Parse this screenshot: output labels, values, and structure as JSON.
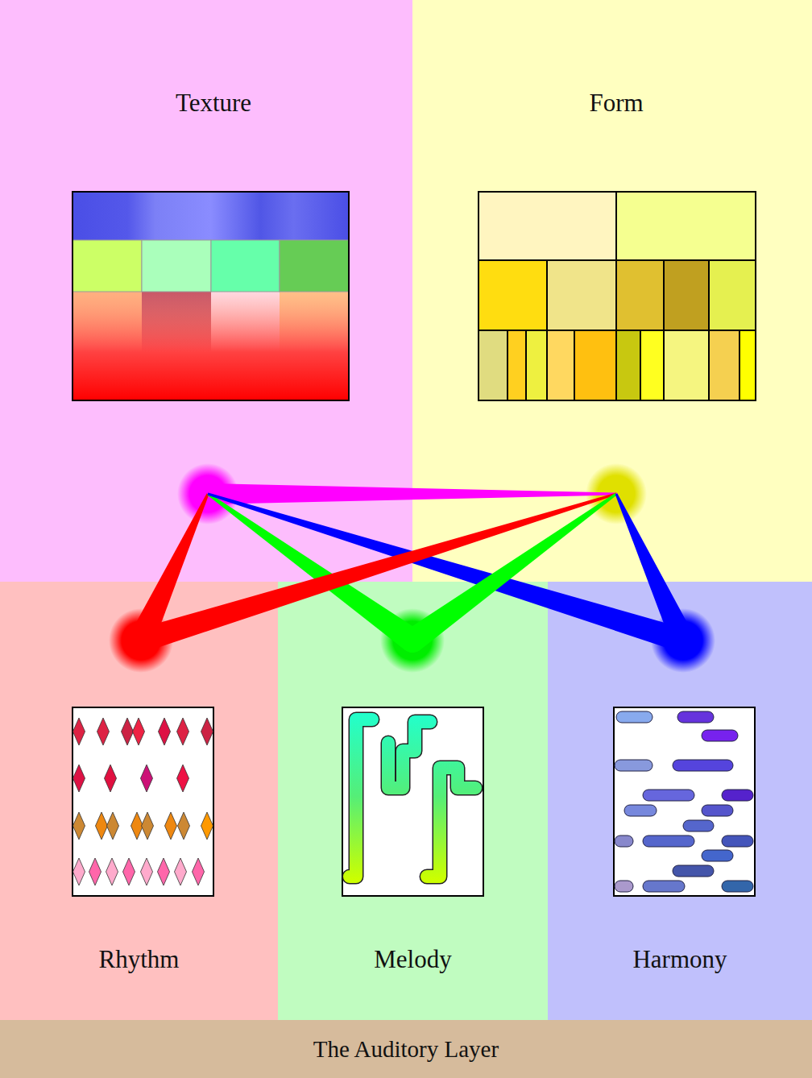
{
  "diagram": {
    "nodes": [
      {
        "text": [
          "Texture"
        ]
      },
      {
        "text": [
          "Form"
        ]
      },
      {
        "text": [
          "Rhythm"
        ]
      },
      {
        "text": [
          "Melody"
        ]
      },
      {
        "text": [
          "Harmony"
        ]
      },
      {
        "text": [
          "The Auditory Layer"
        ]
      }
    ],
    "edges": [
      {
        "from": 0,
        "to": 1,
        "arrow": "none"
      },
      {
        "from": 0,
        "to": 2,
        "arrow": "none"
      },
      {
        "from": 0,
        "to": 3,
        "arrow": "none"
      },
      {
        "from": 0,
        "to": 4,
        "arrow": "none"
      },
      {
        "from": 1,
        "to": 2,
        "arrow": "none"
      },
      {
        "from": 1,
        "to": 3,
        "arrow": "none"
      },
      {
        "from": 1,
        "to": 4,
        "arrow": "none"
      }
    ]
  }
}
